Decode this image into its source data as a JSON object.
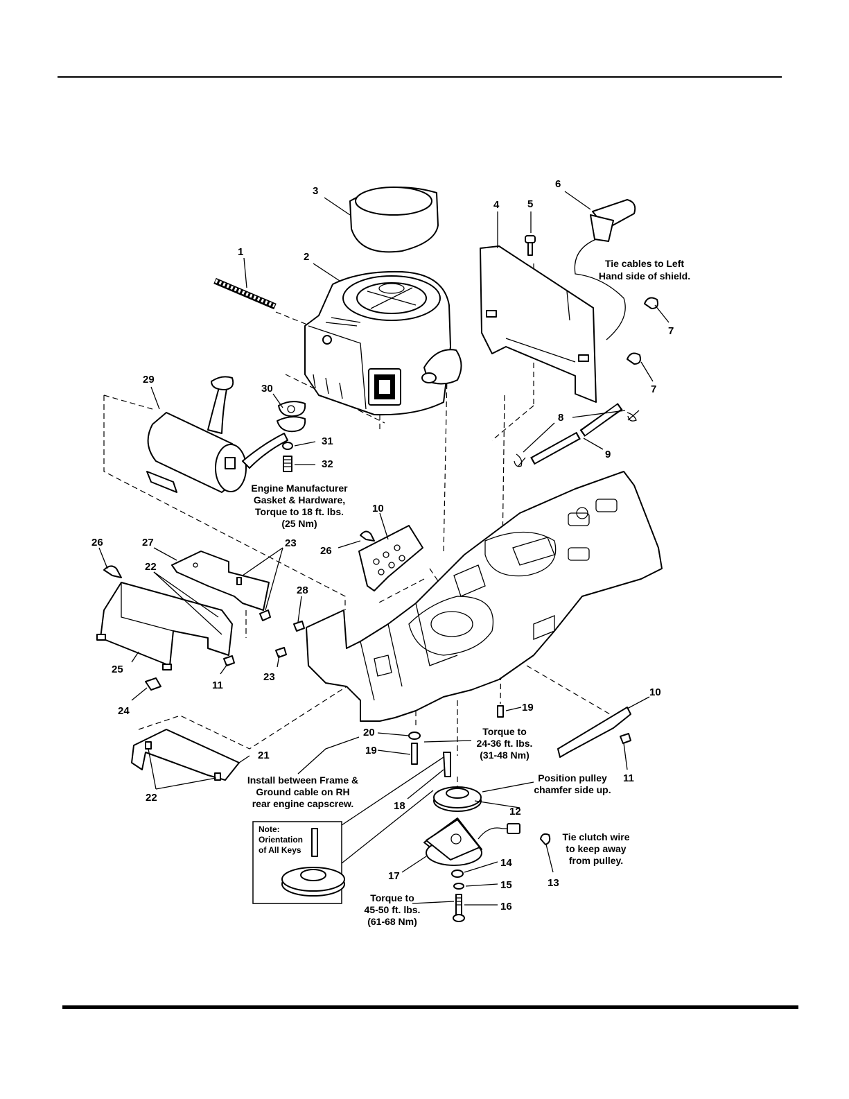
{
  "callouts": {
    "c1": "1",
    "c2": "2",
    "c3": "3",
    "c4": "4",
    "c5": "5",
    "c6": "6",
    "c7a": "7",
    "c7b": "7",
    "c8": "8",
    "c9": "9",
    "c10a": "10",
    "c10b": "10",
    "c11a": "11",
    "c11b": "11",
    "c12": "12",
    "c13": "13",
    "c14": "14",
    "c15": "15",
    "c16": "16",
    "c17": "17",
    "c18": "18",
    "c19a": "19",
    "c19b": "19",
    "c20": "20",
    "c21": "21",
    "c22a": "22",
    "c22b": "22",
    "c23a": "23",
    "c23b": "23",
    "c24": "24",
    "c25": "25",
    "c26a": "26",
    "c26b": "26",
    "c27": "27",
    "c28": "28",
    "c29": "29",
    "c30": "30",
    "c31": "31",
    "c32": "32"
  },
  "notes": {
    "tie_cables": [
      "Tie cables to Left",
      "Hand side of shield."
    ],
    "engine_hw": [
      "Engine Manufacturer",
      "Gasket & Hardware,",
      "Torque to 18 ft. lbs.",
      "(25 Nm)"
    ],
    "torque_frame": [
      "Torque to",
      "24-36 ft. lbs.",
      "(31-48 Nm)"
    ],
    "install_between": [
      "Install between Frame &",
      "Ground cable on RH",
      "rear engine capscrew."
    ],
    "position_pulley": [
      "Position pulley",
      "chamfer side up."
    ],
    "tie_clutch": [
      "Tie clutch wire",
      "to keep away",
      "from pulley."
    ],
    "torque_clutch": [
      "Torque to",
      "45-50 ft. lbs.",
      "(61-68 Nm)"
    ],
    "inset": [
      "Note:",
      "Orientation",
      "of All Keys"
    ]
  }
}
